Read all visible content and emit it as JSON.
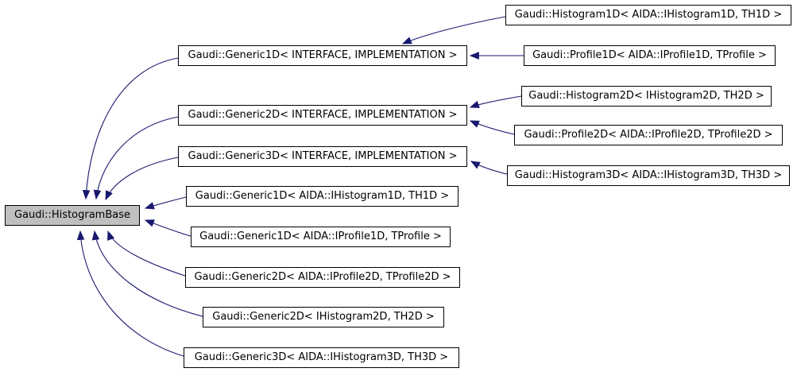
{
  "diagram": {
    "title": "Inheritance graph for Gaudi::HistogramBase",
    "type": "class-inheritance-graph",
    "colors": {
      "arrow": "#191970",
      "node_border": "#000000",
      "node_fill": "#ffffff",
      "base_node_fill": "#bfbfbf",
      "background": "#ffffff"
    }
  },
  "nodes": {
    "base": {
      "label": "Gaudi::HistogramBase",
      "highlighted": true
    },
    "g1dif": {
      "label": "Gaudi::Generic1D< INTERFACE, IMPLEMENTATION >"
    },
    "g2dif": {
      "label": "Gaudi::Generic2D< INTERFACE, IMPLEMENTATION >"
    },
    "g3dif": {
      "label": "Gaudi::Generic3D< INTERFACE, IMPLEMENTATION >"
    },
    "g1dh": {
      "label": "Gaudi::Generic1D< AIDA::IHistogram1D, TH1D >"
    },
    "g1dp": {
      "label": "Gaudi::Generic1D< AIDA::IProfile1D, TProfile >"
    },
    "g2dp": {
      "label": "Gaudi::Generic2D< AIDA::IProfile2D, TProfile2D >"
    },
    "g2dh": {
      "label": "Gaudi::Generic2D< IHistogram2D, TH2D >"
    },
    "g3dh": {
      "label": "Gaudi::Generic3D< AIDA::IHistogram3D, TH3D >"
    },
    "h1d": {
      "label": "Gaudi::Histogram1D< AIDA::IHistogram1D, TH1D >"
    },
    "p1d": {
      "label": "Gaudi::Profile1D< AIDA::IProfile1D, TProfile >"
    },
    "h2d": {
      "label": "Gaudi::Histogram2D< IHistogram2D, TH2D >"
    },
    "p2d": {
      "label": "Gaudi::Profile2D< AIDA::IProfile2D, TProfile2D >"
    },
    "h3d": {
      "label": "Gaudi::Histogram3D< AIDA::IHistogram3D, TH3D >"
    }
  },
  "edges": [
    {
      "from": "g1dif",
      "to": "base"
    },
    {
      "from": "g2dif",
      "to": "base"
    },
    {
      "from": "g3dif",
      "to": "base"
    },
    {
      "from": "g1dh",
      "to": "base"
    },
    {
      "from": "g1dp",
      "to": "base"
    },
    {
      "from": "g2dp",
      "to": "base"
    },
    {
      "from": "g2dh",
      "to": "base"
    },
    {
      "from": "g3dh",
      "to": "base"
    },
    {
      "from": "h1d",
      "to": "g1dif"
    },
    {
      "from": "p1d",
      "to": "g1dif"
    },
    {
      "from": "h2d",
      "to": "g2dif"
    },
    {
      "from": "p2d",
      "to": "g2dif"
    },
    {
      "from": "h3d",
      "to": "g3dif"
    }
  ]
}
